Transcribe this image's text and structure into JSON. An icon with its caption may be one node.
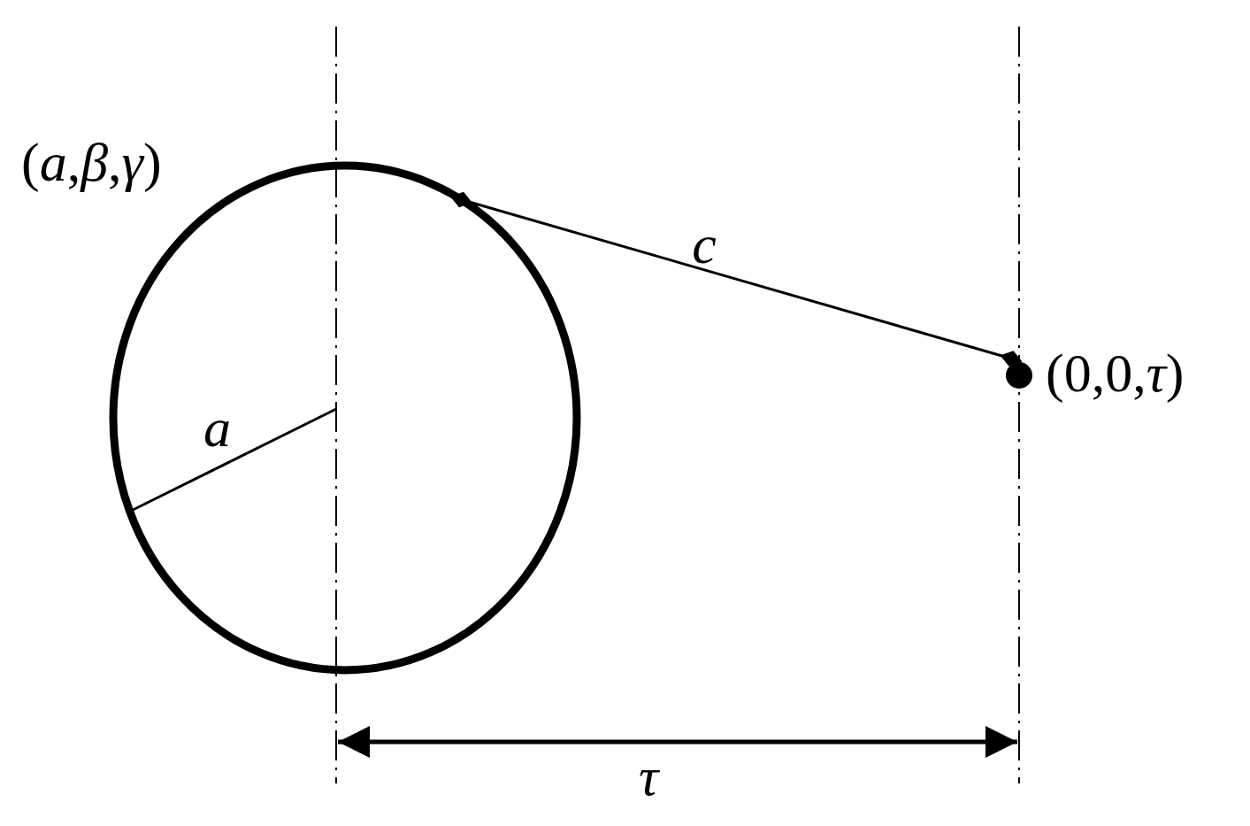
{
  "diagram": {
    "nodes": [
      {
        "text": [],
        "shape": "circle"
      },
      {
        "text": [],
        "shape": "circle",
        "beside": [
          "(0,0,*τ*)"
        ]
      }
    ],
    "edges": [
      {
        "from": 0,
        "to": 1,
        "arrow": "other",
        "label": "c"
      }
    ],
    "labels": [
      "(*a*,*β*,*γ*)",
      "a",
      "τ"
    ]
  }
}
